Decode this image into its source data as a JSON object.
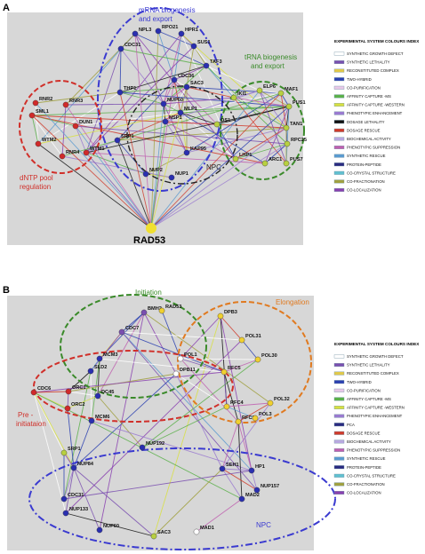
{
  "panels": [
    {
      "letter": "A",
      "hub": {
        "label": "RAD53"
      },
      "regions": [
        {
          "label_lines": [
            "mRNA biogenesis",
            "and export"
          ],
          "color": "#3a3ad0"
        },
        {
          "label_lines": [
            "tRNA biogenesis",
            "and export"
          ],
          "color": "#3a8a2a"
        },
        {
          "label_lines": [
            "dNTP pool",
            "regulation"
          ],
          "color": "#d0302a"
        },
        {
          "label_lines": [
            "NPC"
          ],
          "color": "#222222"
        }
      ],
      "nodes": [
        "NPL3",
        "RPO21",
        "HPR1",
        "CDC31",
        "SUS1",
        "TAF3",
        "CDC36",
        "SAC3",
        "THP1",
        "NUP60",
        "MLP1",
        "NSP1",
        "SRP1",
        "KAP95",
        "NUP2",
        "NUP1",
        "OS1",
        "RNR2",
        "RNR3",
        "SML1",
        "DUN1",
        "WTM2",
        "WTM1",
        "RNR4",
        "IKI1",
        "ELP6",
        "MAF1",
        "PUS1",
        "TAN1",
        "RPC25",
        "LHP1",
        "ARC1",
        "PUS7"
      ],
      "legend_title": "EXPERIMENTAL SYSTEM COLOURS INDEX",
      "legend": [
        {
          "label": "SYNTHETIC GROWTH DEFECT",
          "color": "#ffffff"
        },
        {
          "label": "SYNTHETIC LETHALITY",
          "color": "#7a4fb0"
        },
        {
          "label": "RECONSTITUTED COMPLEX",
          "color": "#e0c84a"
        },
        {
          "label": "TWO-HYBRID",
          "color": "#2a3fb0"
        },
        {
          "label": "CO-PURIFICATION",
          "color": "#e8c8e8"
        },
        {
          "label": "AFFINITY CAPTURE -MS",
          "color": "#5ab04a"
        },
        {
          "label": "AFFINITY CAPTURE -WESTERN",
          "color": "#d8e040"
        },
        {
          "label": "PHENOTYPIC ENHANCEMENT",
          "color": "#9a7ad0"
        },
        {
          "label": "DOSAGE LETHALITY",
          "color": "#111111"
        },
        {
          "label": "DOSAGE RESCUE",
          "color": "#d03a2a"
        },
        {
          "label": "BIOCHEMICAL ACTIVITY",
          "color": "#b8a8e0"
        },
        {
          "label": "PHENOTYPIC SUPPRESSION",
          "color": "#c060b0"
        },
        {
          "label": "SYNTHETIC RESCUE",
          "color": "#5a9ad0"
        },
        {
          "label": "PROTEIN-PEPTIDE",
          "color": "#2a2a80"
        },
        {
          "label": "CO-CRYSTAL STRUCTURE",
          "color": "#60c0d0"
        },
        {
          "label": "CO-FRACTIONATION",
          "color": "#a0a040"
        },
        {
          "label": "CO-LOCALIZATION",
          "color": "#8a40b0"
        }
      ]
    },
    {
      "letter": "B",
      "regions": [
        {
          "label_lines": [
            "Initiation"
          ],
          "color": "#3a8a2a"
        },
        {
          "label_lines": [
            "Elongation"
          ],
          "color": "#e07a20"
        },
        {
          "label_lines": [
            "Pre -",
            "initiataion"
          ],
          "color": "#d0302a"
        },
        {
          "label_lines": [
            "NPC"
          ],
          "color": "#3a3ad0"
        }
      ],
      "nodes": [
        "BMH2",
        "RAD53",
        "DPB3",
        "CDC7",
        "POL31",
        "MCM3",
        "POL1",
        "POL30",
        "SLD2",
        "DPB11",
        "RFC5",
        "CDC6",
        "ORC1",
        "ORC2",
        "DC45",
        "MCM6",
        "RFC4",
        "POL32",
        "RFC2",
        "POL3",
        "NUP192",
        "SRP1",
        "NUP84",
        "SEH1",
        "HP1",
        "NUP157",
        "CDC31",
        "NUP133",
        "MAD2",
        "NUP60",
        "SAC3",
        "MAD1"
      ],
      "legend_title": "EXPERIMENTAL SYSTEM COLOURS INDEX",
      "legend": [
        {
          "label": "SYNTHETIC GROWTH DEFECT",
          "color": "#ffffff"
        },
        {
          "label": "SYNTHETIC LETHALITY",
          "color": "#7a4fb0"
        },
        {
          "label": "RECONSTITUTED COMPLEX",
          "color": "#e0c84a"
        },
        {
          "label": "TWO-HYBRID",
          "color": "#2a3fb0"
        },
        {
          "label": "CO-PURIFICATION",
          "color": "#e8c8e8"
        },
        {
          "label": "AFFINITY CAPTURE -MS",
          "color": "#5ab04a"
        },
        {
          "label": "AFFINITY CAPTURE -WESTERN",
          "color": "#d8e040"
        },
        {
          "label": "PHENOTYPIC ENHANCEMENT",
          "color": "#9a7ad0"
        },
        {
          "label": "PCA",
          "color": "#2a2a80"
        },
        {
          "label": "DOSAGE RESCUE",
          "color": "#d03a2a"
        },
        {
          "label": "BIOCHEMICAL ACTIVITY",
          "color": "#b8a8e0"
        },
        {
          "label": "PHENOTYPIC SUPPRESSION",
          "color": "#c060b0"
        },
        {
          "label": "SYNTHETIC RESCUE",
          "color": "#5a9ad0"
        },
        {
          "label": "PROTEIN-PEPTIDE",
          "color": "#2a2a80"
        },
        {
          "label": "CO-CRYSTAL STRUCTURE",
          "color": "#60c0d0"
        },
        {
          "label": "CO-FRACTIONATION",
          "color": "#a0a040"
        },
        {
          "label": "CO-LOCALIZATION",
          "color": "#8a40b0"
        }
      ]
    }
  ]
}
